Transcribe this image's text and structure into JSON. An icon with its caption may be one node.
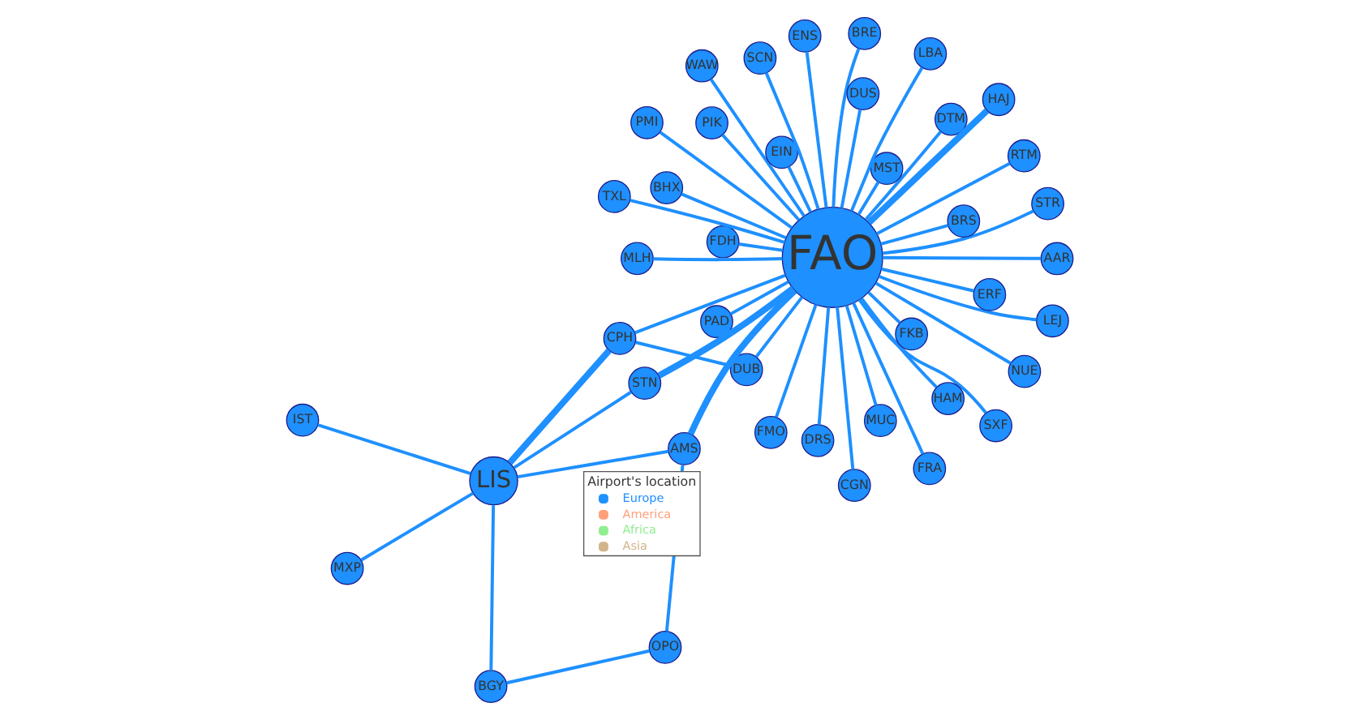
{
  "diagram": {
    "nodes": [
      {
        "text": [
          "FAO"
        ]
      },
      {
        "text": [
          "LEJ"
        ]
      },
      {
        "text": [
          "CGN"
        ]
      },
      {
        "text": [
          "WAW"
        ]
      },
      {
        "text": [
          "ERF"
        ]
      },
      {
        "text": [
          "FDH"
        ]
      },
      {
        "text": [
          "PAD"
        ]
      },
      {
        "text": [
          "NUE"
        ]
      },
      {
        "text": [
          "DRS"
        ]
      },
      {
        "text": [
          "SXF"
        ]
      },
      {
        "text": [
          "MUC"
        ]
      },
      {
        "text": [
          "TXL"
        ]
      },
      {
        "text": [
          "AAR"
        ]
      },
      {
        "text": [
          "STR"
        ]
      },
      {
        "text": [
          "BRE"
        ]
      },
      {
        "text": [
          "HAM"
        ]
      },
      {
        "text": [
          "DUB"
        ]
      },
      {
        "text": [
          "IST"
        ]
      },
      {
        "text": [
          "CPH"
        ]
      },
      {
        "text": [
          "LIS"
        ]
      },
      {
        "text": [
          "MXP"
        ]
      },
      {
        "text": [
          "STN"
        ]
      },
      {
        "text": [
          "DTM"
        ]
      },
      {
        "text": [
          "HAJ"
        ]
      },
      {
        "text": [
          "ENS"
        ]
      },
      {
        "text": [
          "FRA"
        ]
      },
      {
        "text": [
          "AMS"
        ]
      },
      {
        "text": [
          "EIN"
        ]
      },
      {
        "text": [
          "FMO"
        ]
      },
      {
        "text": [
          "BGY"
        ]
      },
      {
        "text": [
          "DUS"
        ]
      },
      {
        "text": [
          "BRS"
        ]
      },
      {
        "text": [
          "OPO"
        ]
      },
      {
        "text": [
          "PIK"
        ]
      },
      {
        "text": [
          "RTM"
        ]
      },
      {
        "text": [
          "FKB"
        ]
      },
      {
        "text": [
          "MST"
        ]
      },
      {
        "text": [
          "LBA"
        ]
      },
      {
        "text": [
          "BHX"
        ]
      },
      {
        "text": [
          "MLH"
        ]
      },
      {
        "text": [
          "SCN"
        ]
      },
      {
        "text": [
          "PMI"
        ]
      }
    ],
    "edges": [
      {
        "from": 0,
        "to": 1,
        "arrow": "none"
      },
      {
        "from": 0,
        "to": 2,
        "arrow": "none"
      },
      {
        "from": 0,
        "to": 3,
        "arrow": "none"
      },
      {
        "from": 0,
        "to": 4,
        "arrow": "none"
      },
      {
        "from": 0,
        "to": 5,
        "arrow": "none"
      },
      {
        "from": 0,
        "to": 6,
        "arrow": "none"
      },
      {
        "from": 0,
        "to": 7,
        "arrow": "none"
      },
      {
        "from": 0,
        "to": 8,
        "arrow": "none"
      },
      {
        "from": 0,
        "to": 9,
        "arrow": "none"
      },
      {
        "from": 0,
        "to": 10,
        "arrow": "none"
      },
      {
        "from": 0,
        "to": 11,
        "arrow": "none"
      },
      {
        "from": 0,
        "to": 12,
        "arrow": "none"
      },
      {
        "from": 0,
        "to": 13,
        "arrow": "none"
      },
      {
        "from": 0,
        "to": 14,
        "arrow": "none"
      },
      {
        "from": 0,
        "to": 15,
        "arrow": "none"
      },
      {
        "from": 0,
        "to": 16,
        "arrow": "none"
      },
      {
        "from": 0,
        "to": 18,
        "arrow": "none"
      },
      {
        "from": 0,
        "to": 21,
        "arrow": "none",
        "style": "thick"
      },
      {
        "from": 0,
        "to": 22,
        "arrow": "none"
      },
      {
        "from": 0,
        "to": 23,
        "arrow": "none",
        "style": "thick"
      },
      {
        "from": 0,
        "to": 24,
        "arrow": "none"
      },
      {
        "from": 0,
        "to": 25,
        "arrow": "none"
      },
      {
        "from": 0,
        "to": 26,
        "arrow": "none",
        "style": "thick"
      },
      {
        "from": 0,
        "to": 27,
        "arrow": "none"
      },
      {
        "from": 0,
        "to": 28,
        "arrow": "none"
      },
      {
        "from": 0,
        "to": 30,
        "arrow": "none"
      },
      {
        "from": 0,
        "to": 31,
        "arrow": "none"
      },
      {
        "from": 0,
        "to": 33,
        "arrow": "none"
      },
      {
        "from": 0,
        "to": 34,
        "arrow": "none"
      },
      {
        "from": 0,
        "to": 35,
        "arrow": "none"
      },
      {
        "from": 0,
        "to": 36,
        "arrow": "none"
      },
      {
        "from": 0,
        "to": 37,
        "arrow": "none"
      },
      {
        "from": 0,
        "to": 38,
        "arrow": "none"
      },
      {
        "from": 0,
        "to": 39,
        "arrow": "none"
      },
      {
        "from": 0,
        "to": 40,
        "arrow": "none"
      },
      {
        "from": 0,
        "to": 41,
        "arrow": "none"
      },
      {
        "from": 16,
        "to": 18,
        "arrow": "none"
      },
      {
        "from": 18,
        "to": 19,
        "arrow": "none",
        "style": "thick"
      },
      {
        "from": 21,
        "to": 19,
        "arrow": "none"
      },
      {
        "from": 26,
        "to": 19,
        "arrow": "none"
      },
      {
        "from": 26,
        "to": 32,
        "arrow": "none"
      },
      {
        "from": 19,
        "to": 17,
        "arrow": "none"
      },
      {
        "from": 19,
        "to": 20,
        "arrow": "none"
      },
      {
        "from": 19,
        "to": 29,
        "arrow": "none"
      },
      {
        "from": 29,
        "to": 32,
        "arrow": "none"
      }
    ],
    "labels": [
      "Airport's location"
    ],
    "legend": [
      {
        "text": "Europe",
        "color": "#1e90ff"
      },
      {
        "text": "America",
        "color": "#ffa07a"
      },
      {
        "text": "Africa",
        "color": "#90ee90"
      },
      {
        "text": "Asia",
        "color": "#d2b48c"
      }
    ]
  }
}
